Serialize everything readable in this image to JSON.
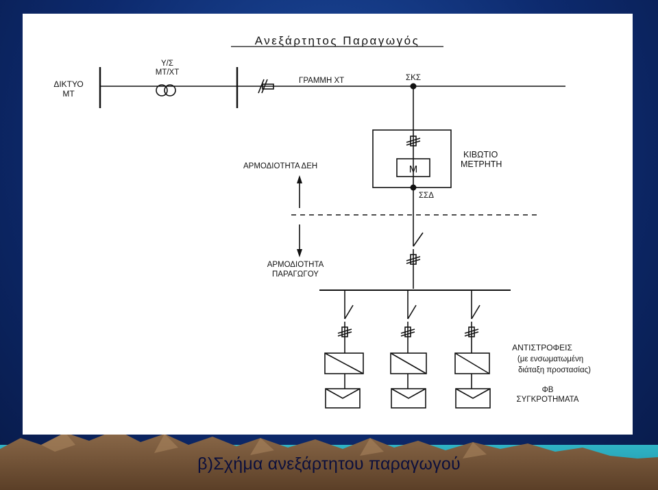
{
  "diagram": {
    "title": "Ανεξάρτητος Παραγωγός",
    "labels": {
      "grid_line1": "ΔΙΚΤΥΟ",
      "grid_line2": "ΜΤ",
      "substation_line1": "Υ/Σ",
      "substation_line2": "ΜΤ/ΧΤ",
      "lv_line": "ΓΡΑΜΜΗ ΧΤ",
      "connection_point": "ΣΚΣ",
      "meter_box_line1": "ΚΙΒΩΤΙΟ",
      "meter_box_line2": "ΜΕΤΡΗΤΗ",
      "meter": "Μ",
      "delivery_point": "ΣΣΔ",
      "dei_responsibility": "ΑΡΜΟΔΙΟΤΗΤΑ ΔΕΗ",
      "producer_line1": "ΑΡΜΟΔΙΟΤΗΤΑ",
      "producer_line2": "ΠΑΡΑΓΩΓΟΥ",
      "inverters_line1": "ΑΝΤΙΣΤΡΟΦΕΙΣ",
      "inverters_line2": "(με ενσωματωμένη",
      "inverters_line3": "διάταξη προστασίας)",
      "pv_line1": "ΦΒ",
      "pv_line2": "ΣΥΓΚΡΟΤΗΜΑΤΑ"
    }
  },
  "caption": "β)Σχήμα ανεξάρτητου παραγωγού"
}
